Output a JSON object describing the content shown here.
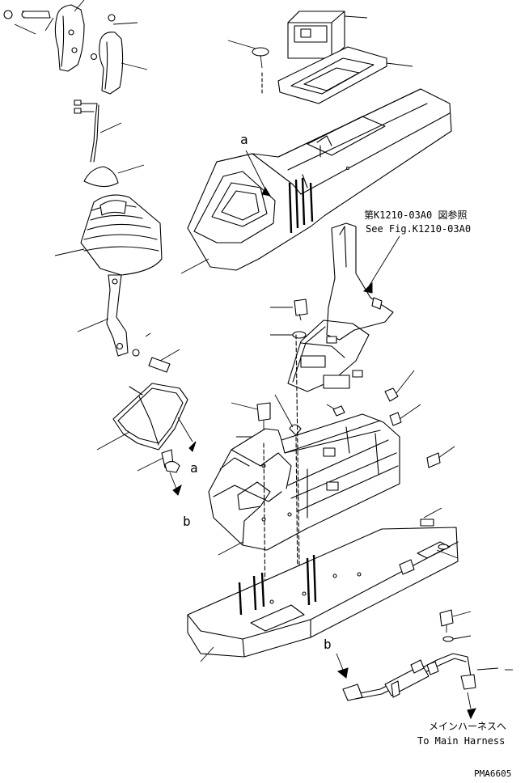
{
  "ref_notes": {
    "fig_ref_jp": "第K1210-03A0 図参照",
    "fig_ref_en": "See Fig.K1210-03A0",
    "main_harness_jp": "メインハーネスへ",
    "main_harness_en": "To Main Harness"
  },
  "callouts": {
    "a_top": "a",
    "a_mid": "a",
    "b_left": "b",
    "b_bottom": "b"
  },
  "drawing_code": "PMA6605"
}
